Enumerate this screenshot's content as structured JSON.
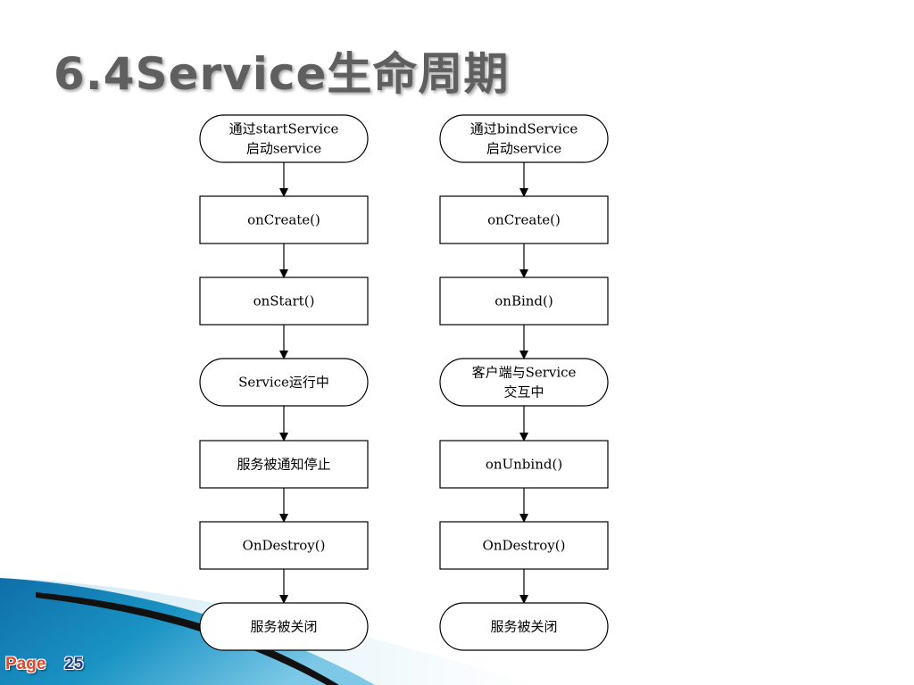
{
  "slide": {
    "title": "6.4Service生命周期",
    "page_label": "Page",
    "page_number": "25"
  },
  "theme": {
    "title_color": "#5f5f5f",
    "accent_blue": "#1a93c4",
    "page_label_color": "#e04a2a",
    "page_number_color": "#1f3f8a"
  },
  "flowchart": {
    "left_column": [
      {
        "shape": "rounded",
        "lines": [
          "通过startService",
          "启动service"
        ]
      },
      {
        "shape": "rect",
        "lines": [
          "onCreate()"
        ]
      },
      {
        "shape": "rect",
        "lines": [
          "onStart()"
        ]
      },
      {
        "shape": "rounded",
        "lines": [
          "Service运行中"
        ]
      },
      {
        "shape": "rect",
        "lines": [
          "服务被通知停止"
        ]
      },
      {
        "shape": "rect",
        "lines": [
          "OnDestroy()"
        ]
      },
      {
        "shape": "rounded",
        "lines": [
          "服务被关闭"
        ]
      }
    ],
    "right_column": [
      {
        "shape": "rounded",
        "lines": [
          "通过bindService",
          "启动service"
        ]
      },
      {
        "shape": "rect",
        "lines": [
          "onCreate()"
        ]
      },
      {
        "shape": "rect",
        "lines": [
          "onBind()"
        ]
      },
      {
        "shape": "rounded",
        "lines": [
          "客户端与Service",
          "交互中"
        ]
      },
      {
        "shape": "rect",
        "lines": [
          "onUnbind()"
        ]
      },
      {
        "shape": "rect",
        "lines": [
          "OnDestroy()"
        ]
      },
      {
        "shape": "rounded",
        "lines": [
          "服务被关闭"
        ]
      }
    ]
  }
}
